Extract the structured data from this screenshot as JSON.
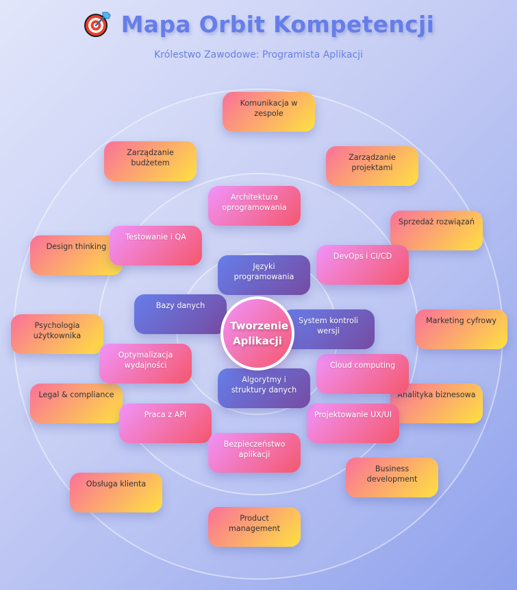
{
  "header": {
    "title": "Mapa Orbit Kompetencji",
    "title_icon": "target-dart-icon",
    "subtitle": "Królestwo Zawodowe: Programista Aplikacji"
  },
  "colors": {
    "inner_gradient": [
      "#667eea",
      "#764ba2"
    ],
    "middle_gradient": [
      "#f093fb",
      "#f5576c"
    ],
    "outer_gradient": [
      "#fa709a",
      "#fee140"
    ],
    "title_color": "#667eea"
  },
  "core": {
    "label": "Tworzenie Aplikacji"
  },
  "orbits": {
    "inner": [
      "Języki programowania",
      "Bazy danych",
      "System kontroli wersji",
      "Algorytmy i struktury danych"
    ],
    "middle": [
      "Architektura oprogramowania",
      "Testowanie i QA",
      "DevOps i CI/CD",
      "Optymalizacja wydajności",
      "Cloud computing",
      "Praca z API",
      "Projektowanie UX/UI",
      "Bezpieczeństwo aplikacji"
    ],
    "outer": [
      "Komunikacja w zespole",
      "Zarządzanie budżetem",
      "Zarządzanie projektami",
      "Sprzedaż rozwiązań",
      "Design thinking",
      "Marketing cyfrowy",
      "Psychologia użytkownika",
      "Legal & compliance",
      "Analityka biznesowa",
      "Business development",
      "Obsługa klienta",
      "Product management"
    ]
  }
}
